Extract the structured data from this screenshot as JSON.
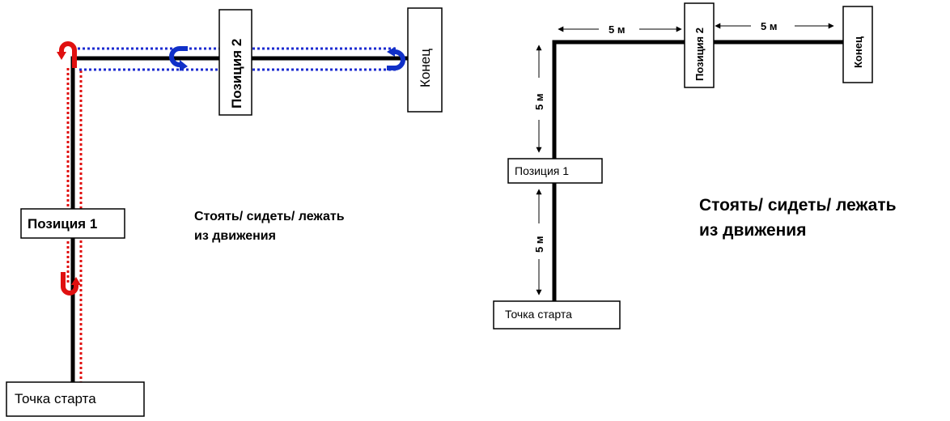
{
  "colors": {
    "track": "#000000",
    "stage1_path": "#e01010",
    "stage2_path": "#1c2bd0",
    "stage1_arrow": "#e01010",
    "stage2_arrow": "#1030c8"
  },
  "left_diagram": {
    "start_label": "Точка старта",
    "position1_label": "Позиция 1",
    "position2_label": "Позиция 2",
    "end_label": "Конец",
    "caption_line1": "Стоять/ сидеть/ лежать",
    "caption_line2": "из движения"
  },
  "right_diagram": {
    "start_label": "Точка старта",
    "position1_label": "Позиция 1",
    "position2_label": "Позиция 2",
    "end_label": "Конец",
    "dim_vertical_upper": "5 м",
    "dim_vertical_lower": "5 м",
    "dim_horizontal_left": "5 м",
    "dim_horizontal_right": "5 м",
    "caption_line1": "Стоять/ сидеть/ лежать",
    "caption_line2": "из движения"
  }
}
